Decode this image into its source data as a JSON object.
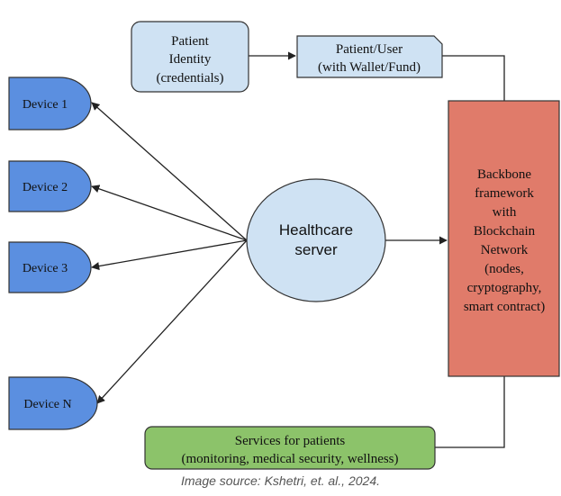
{
  "nodes": {
    "patient_identity": {
      "lines": [
        "Patient",
        "Identity",
        "(credentials)"
      ],
      "fill": "#cfe2f3"
    },
    "patient_user": {
      "lines": [
        "Patient/User",
        "(with Wallet/Fund)"
      ],
      "fill": "#cfe2f3"
    },
    "backbone": {
      "lines": [
        "Backbone",
        "framework",
        "with",
        "Blockchain",
        "Network",
        "(nodes,",
        "cryptography,",
        "smart contract)"
      ],
      "fill": "#e07b6a"
    },
    "healthcare_server": {
      "lines": [
        "Healthcare",
        "server"
      ],
      "fill": "#cfe2f3"
    },
    "services": {
      "lines": [
        "Services for patients",
        "(monitoring, medical security, wellness)"
      ],
      "fill": "#8cc36a"
    },
    "devices": [
      {
        "label": "Device 1"
      },
      {
        "label": "Device 2"
      },
      {
        "label": "Device 3"
      },
      {
        "label": "Device N"
      }
    ],
    "device_fill": "#5b8fe0"
  },
  "caption": "Image source: Kshetri, et. al., 2024."
}
